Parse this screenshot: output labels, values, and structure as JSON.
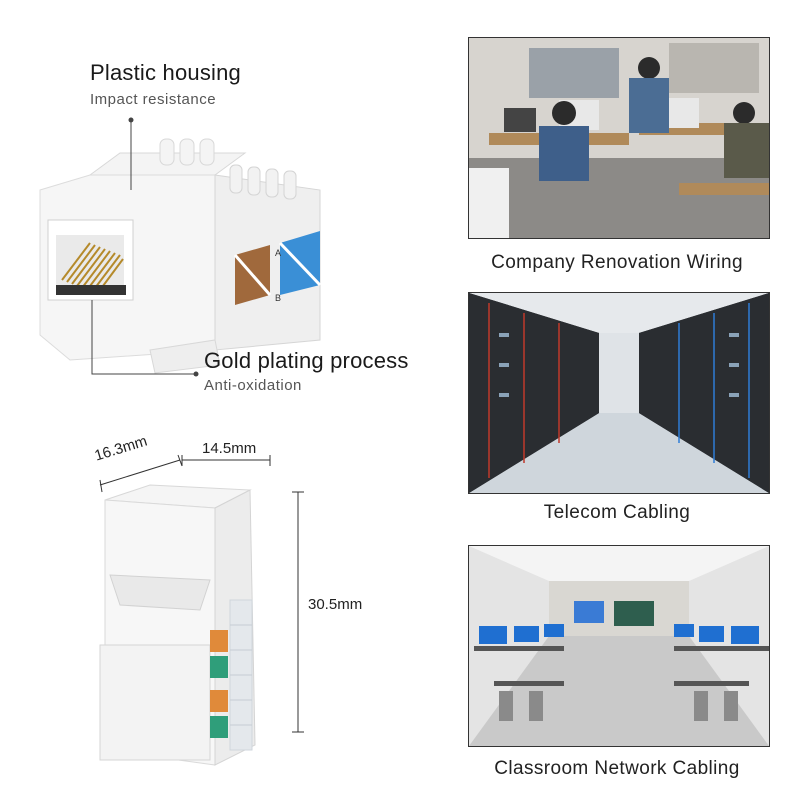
{
  "features": {
    "housing": {
      "title": "Plastic housing",
      "subtitle": "Impact resistance"
    },
    "gold": {
      "title": "Gold plating process",
      "subtitle": "Anti-oxidation"
    }
  },
  "dimensions": {
    "width_a": "16.3mm",
    "width_b": "14.5mm",
    "height": "30.5mm"
  },
  "scenes": [
    {
      "caption": "Company Renovation Wiring"
    },
    {
      "caption": "Telecom Cabling"
    },
    {
      "caption": "Classroom Network Cabling"
    }
  ],
  "wire_labels": [
    "A",
    "B"
  ],
  "colors": {
    "orange_wire": "#e08a3a",
    "brown_wire": "#a0693c",
    "blue_wire": "#3a8fd6",
    "green_wire": "#2f9e7a",
    "leader_line": "#444444"
  }
}
